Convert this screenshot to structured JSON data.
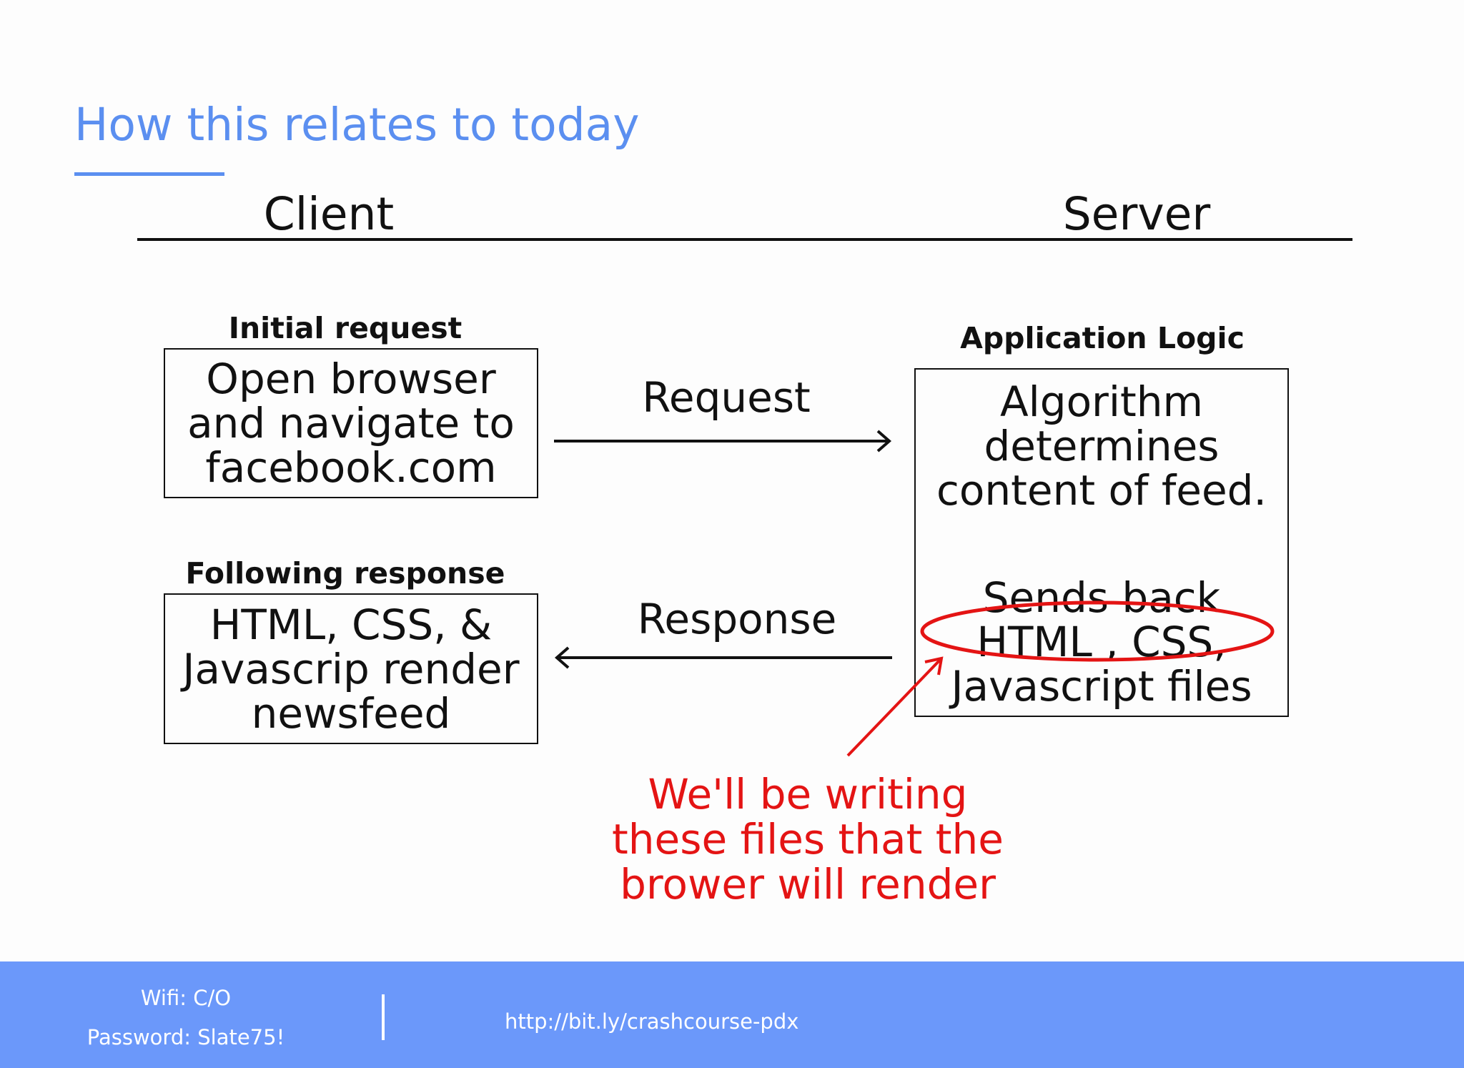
{
  "slide": {
    "title": "How this relates to today",
    "client_label": "Client",
    "server_label": "Server"
  },
  "initial_request": {
    "caption": "Initial request",
    "lines": [
      "Open browser",
      "and navigate to",
      "facebook.com"
    ]
  },
  "following_response": {
    "caption": "Following response",
    "lines": [
      "HTML, CSS, &",
      "Javascrip render",
      "newsfeed"
    ]
  },
  "application_logic": {
    "caption": "Application Logic",
    "lines_top": [
      "Algorithm",
      "determines",
      "content of feed."
    ],
    "lines_bottom": [
      "Sends back",
      "HTML , CSS,",
      "Javascript files"
    ]
  },
  "flows": {
    "request": "Request",
    "response": "Response"
  },
  "annotation": {
    "lines": [
      "We'll be writing",
      "these files that the",
      "brower will render"
    ],
    "color": "#e41414"
  },
  "footer": {
    "wifi": "Wifi: C/O",
    "password": "Password: Slate75!",
    "link": "http://bit.ly/crashcourse-pdx",
    "background": "#6b98fa"
  },
  "colors": {
    "accent": "#5b8ff0",
    "text": "#111111"
  }
}
